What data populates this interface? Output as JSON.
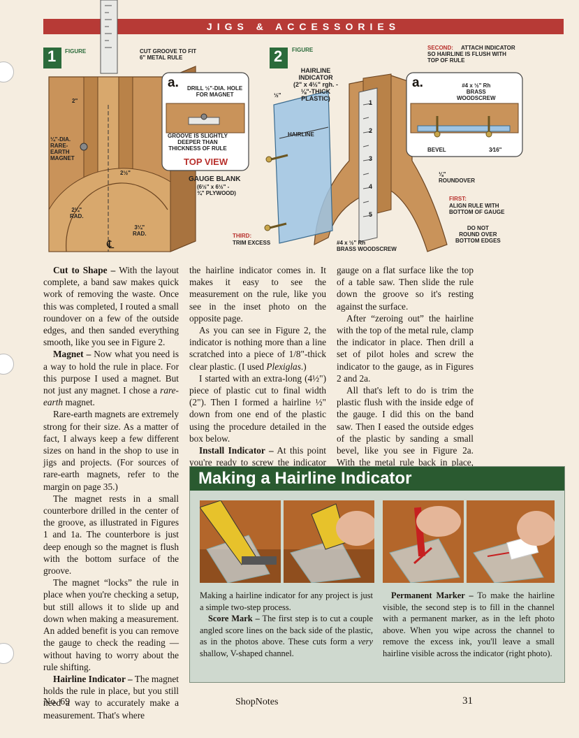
{
  "header": {
    "banner": "JIGS & ACCESSORIES"
  },
  "figure1": {
    "label": "FIGURE",
    "number": "1",
    "cut_groove": "CUT GROOVE TO FIT\n6\" METAL RULE",
    "inset_letter": "a.",
    "drill": "DRILL ½\"-DIA. HOLE\nFOR MAGNET",
    "groove_note": "GROOVE IS SLIGHTLY\nDEEPER THAN\nTHICKNESS OF RULE",
    "top_view": "TOP VIEW",
    "gauge_blank": "GAUGE BLANK",
    "gauge_dims": "(6½\" x 6½\" -\n¾\" PLYWOOD)",
    "magnet": "¼\"-DIA.\nRARE-\nEARTH\nMAGNET",
    "dim_2": "2\"",
    "dim_2half": "2½\"",
    "dim_2quarter": "2¼\"\nRAD.",
    "dim_3quarter": "3¼\"\nRAD.",
    "centerline": "℄"
  },
  "figure2": {
    "label": "FIGURE",
    "number": "2",
    "hairline_indicator": "HAIRLINE\nINDICATOR\n(2\" x 4½\" rgh. -\n⅛\"-THICK\nPLASTIC)",
    "dim_half": "½\"",
    "hairline": "HAIRLINE",
    "second_label": "SECOND:",
    "second_text": "ATTACH INDICATOR\nSO HAIRLINE IS FLUSH WITH\nTOP OF RULE",
    "inset_letter": "a.",
    "woodscrew": "#4 x ½\" Rh\nBRASS\nWOODSCREW",
    "bevel": "BEVEL",
    "dim_3_16": "3⁄16\"",
    "roundover": "⅛\"\nROUNDOVER",
    "first_label": "FIRST:",
    "first_text": "ALIGN RULE WITH\nBOTTOM OF GAUGE",
    "do_not": "DO NOT\nROUND OVER\nBOTTOM EDGES",
    "third_label": "THIRD:",
    "third_text": "TRIM EXCESS",
    "screw_bottom": "#4 x ½\" Rh\nBRASS WOODSCREW",
    "ruler_marks": [
      "1",
      "2",
      "3",
      "4",
      "5"
    ]
  },
  "col1": {
    "p1_head": "Cut to Shape –",
    "p1": " With the layout complete, a band saw makes quick work of removing the waste. Once this was completed, I routed a small roundover on a few of the outside edges, and then sanded everything smooth, like you see in Figure 2.",
    "p2_head": "Magnet –",
    "p2a": " Now what you need is a way to hold the rule in place. For this purpose I used a magnet. But not just any magnet. I chose a ",
    "p2_em": "rare-earth",
    "p2b": " magnet.",
    "p3": "Rare-earth magnets are extremely strong for their size. As a matter of fact, I always keep a few different sizes on hand in the shop to use in jigs and projects. (For sources of rare-earth magnets, refer to the margin on page 35.)",
    "p4": "The magnet rests in a small counterbore drilled in the center of the groove, as illustrated in Figures 1 and 1a. The counterbore is just deep enough so the magnet is flush with the bottom surface of the groove.",
    "p5": "The magnet “locks” the rule in place when you're checking a setup, but still allows it to slide up and down when making a measurement. An added benefit is you can remove the gauge to check the reading — without having to worry about the rule shifting.",
    "p6_head": "Hairline Indicator –",
    "p6": " The magnet holds the rule in place, but you still need a way to accurately make a measurement. That's where"
  },
  "col2": {
    "p1": "the hairline indicator comes in. It makes it easy to see the measurement on the rule, like you see in the inset photo on the opposite page.",
    "p2a": "As you can see in Figure 2, the indicator is nothing more than a line scratched into a piece of 1/8\"-thick clear plastic. (I used ",
    "p2_em": "Plexiglas",
    "p2b": ".)",
    "p3": "I started with an extra-long (4½\") piece of plastic cut to final width (2\"). Then I formed a hairline ½\" down from one end of the plastic using the procedure detailed in the box below.",
    "p4_head": "Install Indicator –",
    "p4": " At this point you're ready to screw the indicator to the set-up gauge. To position the indicator properly, first rest the set-up"
  },
  "col3": {
    "p1": "gauge on a flat surface like the top of a table saw. Then slide the rule down the groove so it's resting against the surface.",
    "p2": "After “zeroing out” the hairline with the top of the metal rule, clamp the indicator in place. Then drill a set of pilot holes and screw the indicator to the gauge, as in Figures 2 and 2a.",
    "p3": "All that's left to do is trim the plastic flush with the inside edge of the gauge. I did this on the band saw. Then I eased the outside edges of the plastic by sanding a small bevel, like you see in Figure 2a. With the metal rule back in place, the set-up gauge is ready to go to work."
  },
  "sidebar": {
    "title": "Making a Hairline Indicator",
    "left_p1": "Making a hairline indicator for any project is just a simple two-step process.",
    "left_p2_head": "Score Mark –",
    "left_p2a": " The first step is to cut a couple angled score lines on the back side of the plastic, as in the photos above. These cuts form a ",
    "left_p2_em": "very",
    "left_p2b": " shallow, V-shaped channel.",
    "right_p1_head": "Permanent Marker –",
    "right_p1": " To make the hairline visible, the second step is to fill in the channel with a permanent marker, as in the left photo above. When you wipe across the channel to remove the excess ink, you'll leave a small hairline visible across the indicator (right photo)."
  },
  "footer": {
    "issue": "No. 69",
    "magazine": "ShopNotes",
    "page": "31"
  }
}
